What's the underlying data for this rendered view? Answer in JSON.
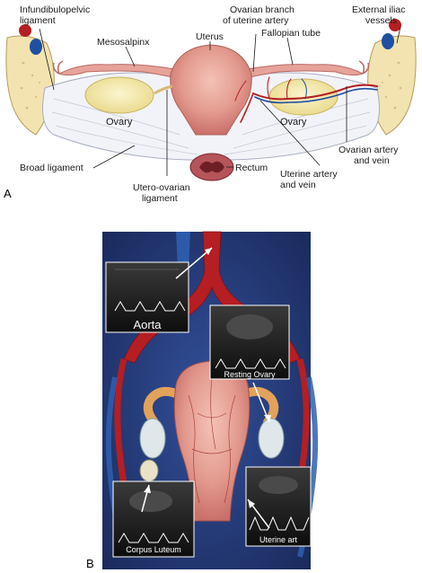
{
  "panel_a": {
    "letter": "A",
    "labels": {
      "infundibulopelvic": [
        "Infundibulopelvic",
        "ligament"
      ],
      "ovarian_branch": [
        "Ovarian branch",
        "of uterine artery"
      ],
      "external_iliac": [
        "External iliac",
        "vessels"
      ],
      "mesosalpinx": "Mesosalpinx",
      "uterus": "Uterus",
      "fallopian_tube": "Fallopian tube",
      "ovary_left": "Ovary",
      "ovary_right": "Ovary",
      "broad_ligament": "Broad ligament",
      "rectum": "Rectum",
      "ovarian_artery_vein": [
        "Ovarian artery",
        "and vein"
      ],
      "uterine_artery_vein": [
        "Uterine artery",
        "and vein"
      ],
      "utero_ovarian": [
        "Utero-ovarian",
        "ligament"
      ]
    }
  },
  "panel_b": {
    "letter": "B",
    "captions": {
      "aorta": "Aorta",
      "resting_ovary": "Resting Ovary",
      "corpus_luteum": "Corpus Luteum",
      "uterine_art": "Uterine art"
    }
  },
  "colors": {
    "artery": "#b51e23",
    "vein": "#1f4fa0",
    "ovary": "#f3e8a8",
    "uterus": "#e39a8e",
    "ligament": "#f2f3f8",
    "bone": "#f2e3b0",
    "panel_bg": "#24386e"
  }
}
